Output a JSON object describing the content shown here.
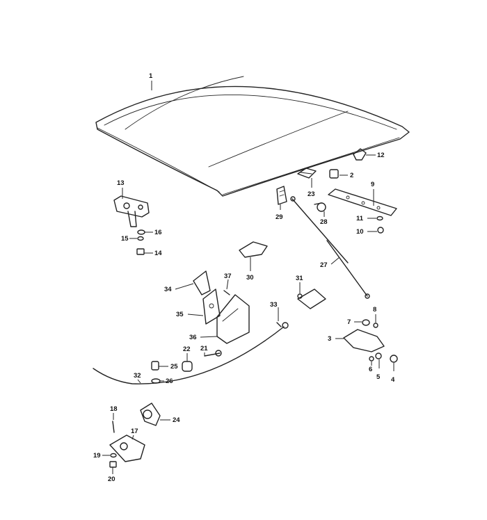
{
  "diagram": {
    "callouts": [
      {
        "id": "1",
        "label": "1"
      },
      {
        "id": "2",
        "label": "2"
      },
      {
        "id": "3",
        "label": "3"
      },
      {
        "id": "4",
        "label": "4"
      },
      {
        "id": "5",
        "label": "5"
      },
      {
        "id": "6",
        "label": "6"
      },
      {
        "id": "7",
        "label": "7"
      },
      {
        "id": "8",
        "label": "8"
      },
      {
        "id": "9",
        "label": "9"
      },
      {
        "id": "10",
        "label": "10"
      },
      {
        "id": "11",
        "label": "11"
      },
      {
        "id": "12",
        "label": "12"
      },
      {
        "id": "13",
        "label": "13"
      },
      {
        "id": "14",
        "label": "14"
      },
      {
        "id": "15",
        "label": "15"
      },
      {
        "id": "16",
        "label": "16"
      },
      {
        "id": "17",
        "label": "17"
      },
      {
        "id": "18",
        "label": "18"
      },
      {
        "id": "19",
        "label": "19"
      },
      {
        "id": "20",
        "label": "20"
      },
      {
        "id": "21",
        "label": "21"
      },
      {
        "id": "22",
        "label": "22"
      },
      {
        "id": "23",
        "label": "23"
      },
      {
        "id": "24",
        "label": "24"
      },
      {
        "id": "25",
        "label": "25"
      },
      {
        "id": "26",
        "label": "26"
      },
      {
        "id": "27",
        "label": "27"
      },
      {
        "id": "28",
        "label": "28"
      },
      {
        "id": "29",
        "label": "29"
      },
      {
        "id": "30",
        "label": "30"
      },
      {
        "id": "31",
        "label": "31"
      },
      {
        "id": "32",
        "label": "32"
      },
      {
        "id": "33",
        "label": "33"
      },
      {
        "id": "34",
        "label": "34"
      },
      {
        "id": "35",
        "label": "35"
      },
      {
        "id": "36",
        "label": "36"
      },
      {
        "id": "37",
        "label": "37"
      }
    ]
  }
}
